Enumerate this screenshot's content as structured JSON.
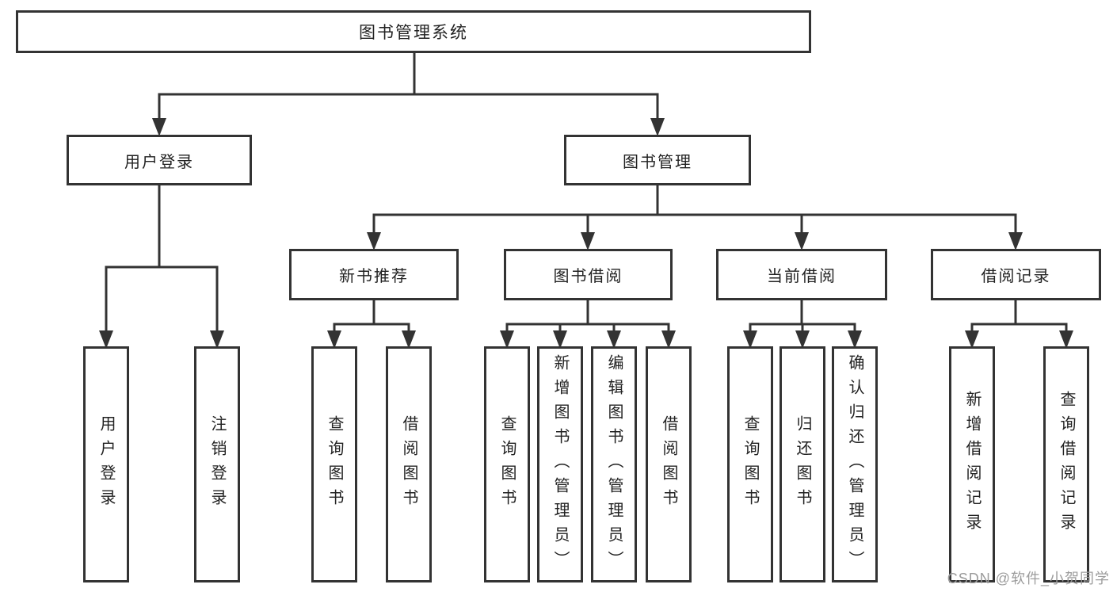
{
  "watermark": "CSDN @软件_小贺同学",
  "colors": {
    "line": "#333333",
    "box_border": "#333333",
    "text": "#222222",
    "watermark_text": "#9c9c9c",
    "background": "#ffffff"
  },
  "tree": {
    "label": "图书管理系统",
    "children": [
      {
        "label": "用户登录",
        "children": [
          {
            "label": "用户登录"
          },
          {
            "label": "注销登录"
          }
        ]
      },
      {
        "label": "图书管理",
        "children": [
          {
            "label": "新书推荐",
            "children": [
              {
                "label": "查询图书"
              },
              {
                "label": "借阅图书"
              }
            ]
          },
          {
            "label": "图书借阅",
            "children": [
              {
                "label": "查询图书"
              },
              {
                "label": "新增图书（管理员）"
              },
              {
                "label": "编辑图书（管理员）"
              },
              {
                "label": "借阅图书"
              }
            ]
          },
          {
            "label": "当前借阅",
            "children": [
              {
                "label": "查询图书"
              },
              {
                "label": "归还图书"
              },
              {
                "label": "确认归还（管理员）"
              }
            ]
          },
          {
            "label": "借阅记录",
            "children": [
              {
                "label": "新增借阅记录"
              },
              {
                "label": "查询借阅记录"
              }
            ]
          }
        ]
      }
    ]
  }
}
